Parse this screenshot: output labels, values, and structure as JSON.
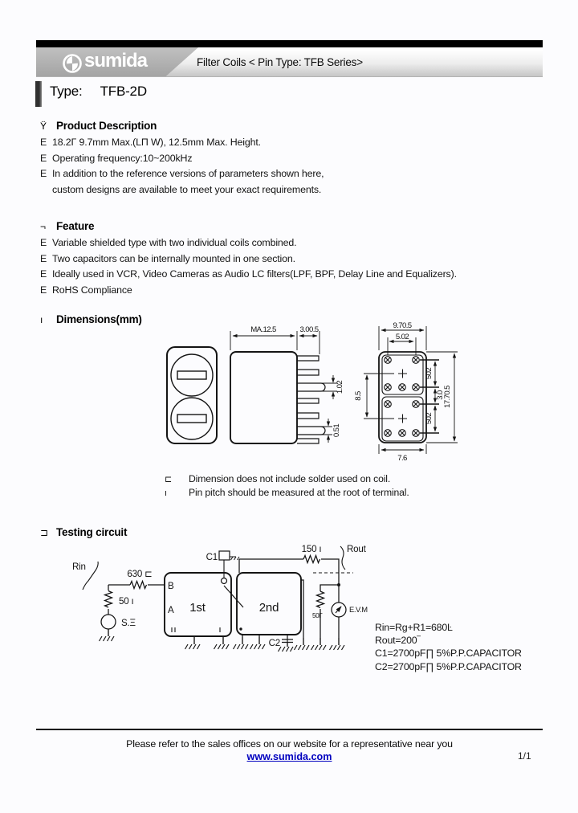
{
  "header": {
    "brand": "sumida",
    "product_line": "Filter Coils < Pin Type: TFB Series>",
    "type_label": "Type:",
    "type_value": "TFB-2D"
  },
  "product_description": {
    "bullet": "Ÿ",
    "title": "Product Description",
    "items": [
      {
        "m": "E",
        "t": "18.2Γ 9.7mm Max.(LΠ W), 12.5mm Max. Height."
      },
      {
        "m": "E",
        "t": "Operating frequency:10~200kHz"
      },
      {
        "m": "E",
        "t": "In addition to the reference versions of parameters shown here,"
      },
      {
        "m": "",
        "t": "custom designs are available to meet your exact requirements."
      }
    ]
  },
  "feature": {
    "bullet": "¬",
    "title": "Feature",
    "items": [
      {
        "m": "E",
        "t": "Variable shielded type with two individual coils combined."
      },
      {
        "m": "E",
        "t": "Two capacitors can be internally mounted in one section."
      },
      {
        "m": "E",
        "t": "Ideally used in VCR, Video Cameras as Audio LC filters(LPF, BPF, Delay Line and Equalizers)."
      },
      {
        "m": "E",
        "t": "RoHS Compliance"
      }
    ]
  },
  "dimensions": {
    "bullet": "ı",
    "title": "Dimensions(mm)",
    "labels": {
      "body_width": "MA.12.5",
      "pin_length": "3.00.5",
      "pin_width_upper": "1.02",
      "pin_width_lower": "0.51",
      "overall_width": "9.70.5",
      "pin_span": "5.02",
      "slug_gap": "8.5",
      "pitch_upper": "502",
      "pitch_mid": "3.0",
      "pitch_lower": "502",
      "overall_length": "17.70.5",
      "row_width": "7.6"
    },
    "notes": [
      {
        "b": "⊏",
        "t": "Dimension does not include solder used on coil."
      },
      {
        "b": "ı",
        "t": "Pin pitch should be measured at the root of terminal."
      }
    ]
  },
  "testing_circuit": {
    "bullet": "⊐",
    "title": "Testing circuit",
    "labels": {
      "rin": "Rin",
      "r_in": "630 ⊏",
      "r_gen": "50 ı",
      "source": "S.Ξ",
      "term_b": "B",
      "term_a": "A",
      "coil_1": "1st",
      "coil_2": "2nd",
      "cap_1": "C1",
      "cap_2": "C2",
      "r_150": "150 ı",
      "rout": "Rout",
      "r_load": "50Γ",
      "meter": "E.V.M"
    },
    "formulas": [
      "Rin=Rg+R1=680Ŀ",
      "Rout=200‾",
      "C1=2700pF∏ 5%P.P.CAPACITOR",
      "C2=2700pF∏ 5%P.P.CAPACITOR"
    ]
  },
  "footer": {
    "note": "Please refer to the sales offices on our website for a representative near you",
    "link": "www.sumida.com",
    "page_number": "1/1"
  }
}
